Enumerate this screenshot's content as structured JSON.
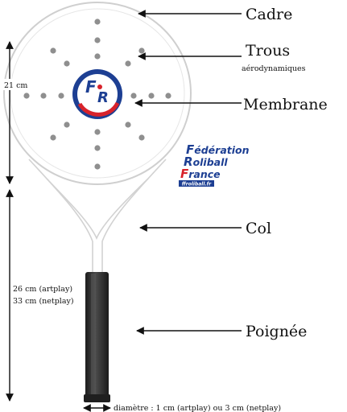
{
  "labels": {
    "cadre": "Cadre",
    "trous": "Trous",
    "trous_sub": "aérodynamiques",
    "membrane": "Membrane",
    "col": "Col",
    "poignee": "Poignée"
  },
  "dimensions": {
    "head_height": "21 cm",
    "handle_artplay": "26 cm (artplay)",
    "handle_netplay": "33 cm (netplay)",
    "diameter": "diamètre : 1 cm (artplay) ou 3 cm (netplay)"
  },
  "federation": {
    "line1_initial": "F",
    "line1_rest": "édération",
    "line2_initial": "R",
    "line2_rest": "oliball",
    "line3_initial": "F",
    "line3_rest": "rance",
    "url": "ffroliball.fr"
  },
  "logo": {
    "text": "FR"
  },
  "colors": {
    "blue": "#1d3f93",
    "red": "#d8222b",
    "handle": "#2f2f2f"
  }
}
